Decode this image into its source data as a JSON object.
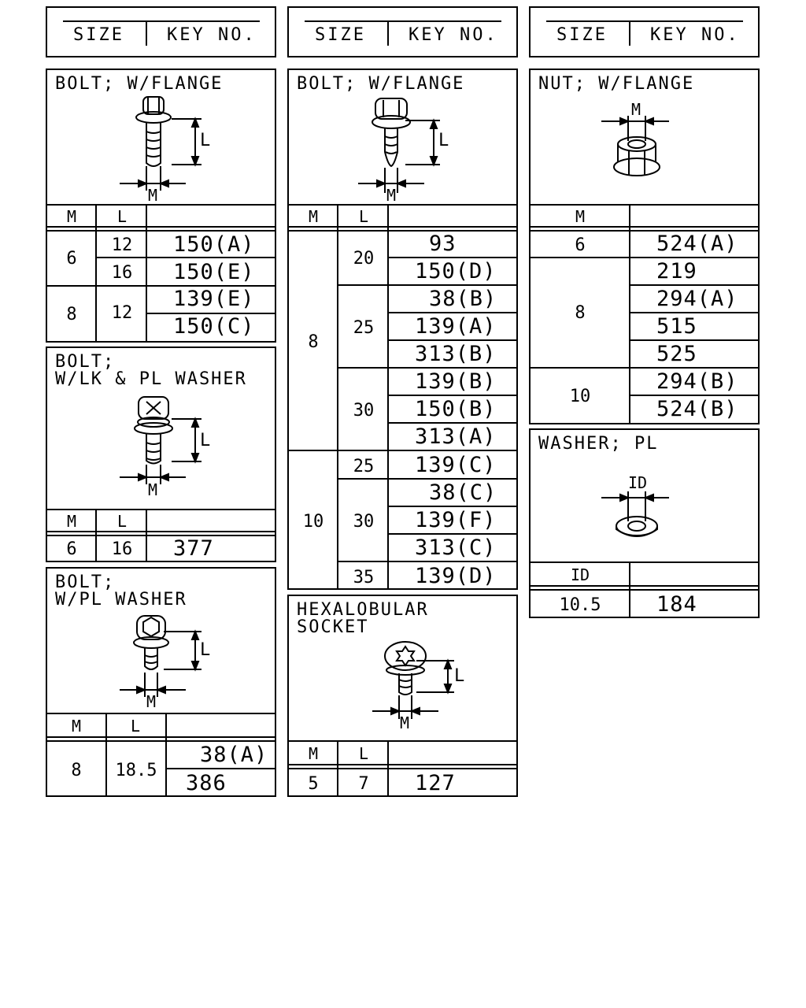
{
  "header": {
    "size_label": "SIZE",
    "key_label": "KEY NO."
  },
  "col_labels": {
    "m": "M",
    "l": "L",
    "id": "ID"
  },
  "bolt_flange_1": {
    "title": "BOLT; W/FLANGE",
    "rows": [
      {
        "m": "6",
        "l": [
          "12",
          "16"
        ],
        "keys": [
          "150(A)",
          "150(E)"
        ]
      },
      {
        "m": "8",
        "l": [
          "12"
        ],
        "keys": [
          "139(E)",
          "150(C)"
        ]
      }
    ]
  },
  "bolt_lk_pl": {
    "title_1": "BOLT;",
    "title_2": "W/LK & PL WASHER",
    "rows": [
      {
        "m": "6",
        "l": "16",
        "key": "377"
      }
    ]
  },
  "bolt_pl": {
    "title_1": "BOLT;",
    "title_2": "W/PL WASHER",
    "rows": [
      {
        "m": "8",
        "l": "18.5",
        "keys": [
          "38(A)",
          "386"
        ]
      }
    ]
  },
  "bolt_flange_2": {
    "title": "BOLT; W/FLANGE",
    "groups": [
      {
        "m": "8",
        "subs": [
          {
            "l": "20",
            "keys": [
              "93",
              "150(D)"
            ]
          },
          {
            "l": "25",
            "keys": [
              "38(B)",
              "139(A)",
              "313(B)"
            ]
          },
          {
            "l": "30",
            "keys": [
              "139(B)",
              "150(B)",
              "313(A)"
            ]
          }
        ]
      },
      {
        "m": "10",
        "subs": [
          {
            "l": "25",
            "keys": [
              "139(C)"
            ]
          },
          {
            "l": "30",
            "keys": [
              "38(C)",
              "139(F)",
              "313(C)"
            ]
          },
          {
            "l": "35",
            "keys": [
              "139(D)"
            ]
          }
        ]
      }
    ]
  },
  "hexalobular": {
    "title_1": "HEXALOBULAR",
    "title_2": "SOCKET",
    "rows": [
      {
        "m": "5",
        "l": "7",
        "key": "127"
      }
    ]
  },
  "nut_flange": {
    "title": "NUT; W/FLANGE",
    "groups": [
      {
        "m": "6",
        "keys": [
          "524(A)"
        ]
      },
      {
        "m": "8",
        "keys": [
          "219",
          "294(A)",
          "515",
          "525"
        ]
      },
      {
        "m": "10",
        "keys": [
          "294(B)",
          "524(B)"
        ]
      }
    ]
  },
  "washer_pl": {
    "title": "WASHER; PL",
    "rows": [
      {
        "id": "10.5",
        "key": "184"
      }
    ]
  }
}
